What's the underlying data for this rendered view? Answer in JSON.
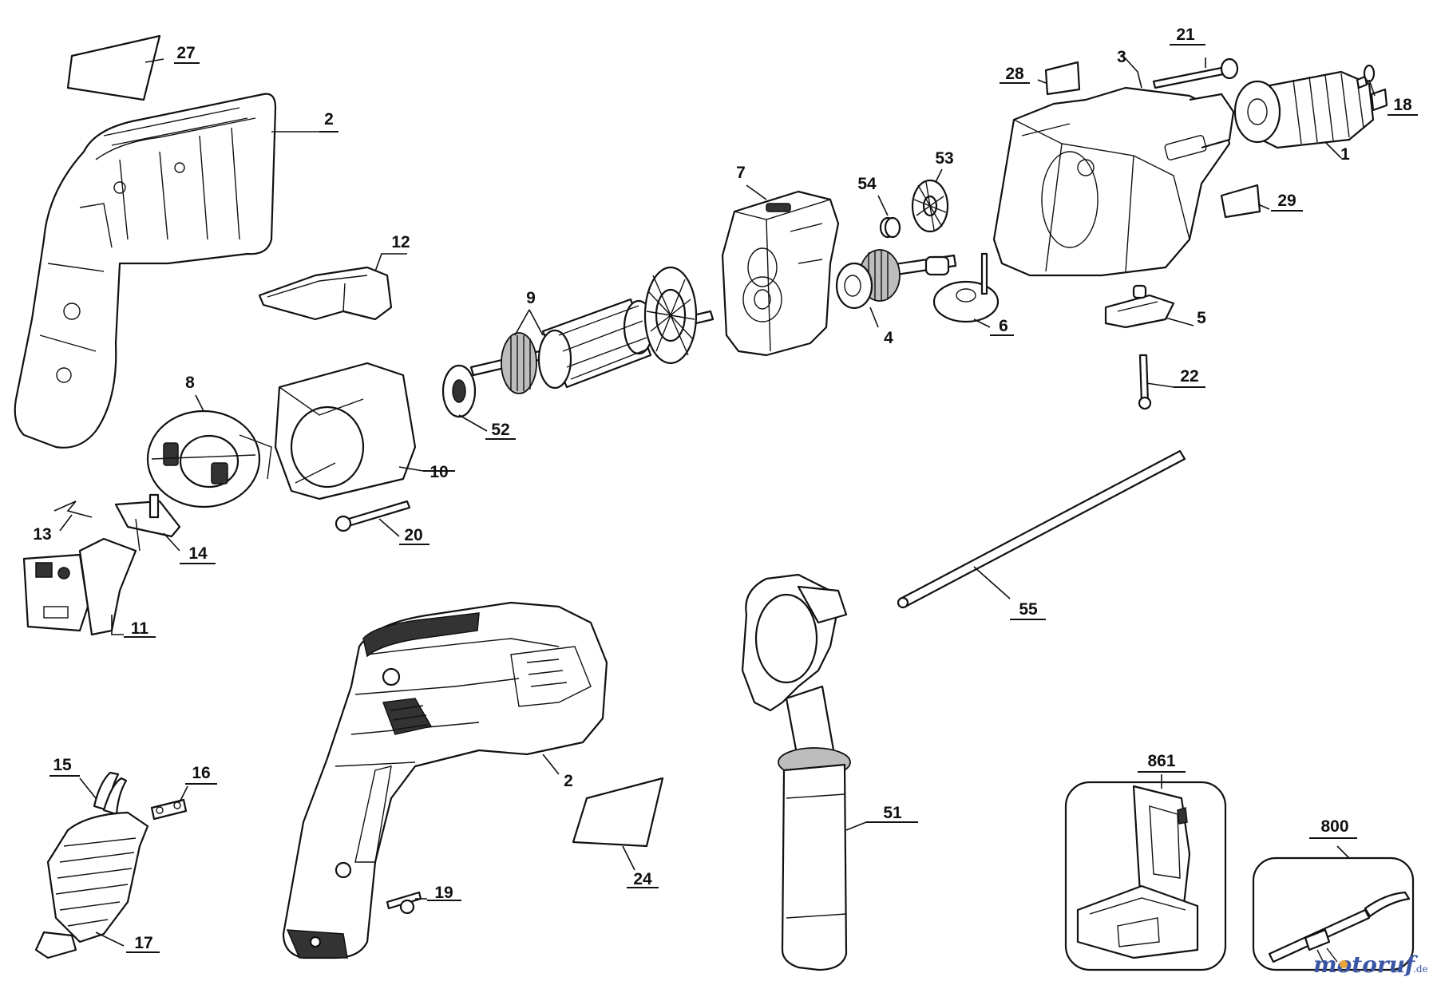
{
  "labels": {
    "n27": "27",
    "n2a": "2",
    "n12": "12",
    "n8": "8",
    "n10": "10",
    "n13": "13",
    "n14": "14",
    "n20": "20",
    "n11": "11",
    "n9": "9",
    "n52": "52",
    "n7": "7",
    "n54": "54",
    "n53": "53",
    "n4": "4",
    "n6": "6",
    "n28": "28",
    "n3": "3",
    "n21": "21",
    "n18": "18",
    "n1": "1",
    "n29": "29",
    "n5": "5",
    "n22": "22",
    "n55": "55",
    "n2b": "2",
    "n15": "15",
    "n16": "16",
    "n17": "17",
    "n19": "19",
    "n24": "24",
    "n51": "51",
    "n861": "861",
    "n800": "800"
  },
  "watermark": {
    "brand": "motoruf",
    "tld": ".de",
    "color": "#3b55a6",
    "dot_color": "#e8a33a"
  }
}
